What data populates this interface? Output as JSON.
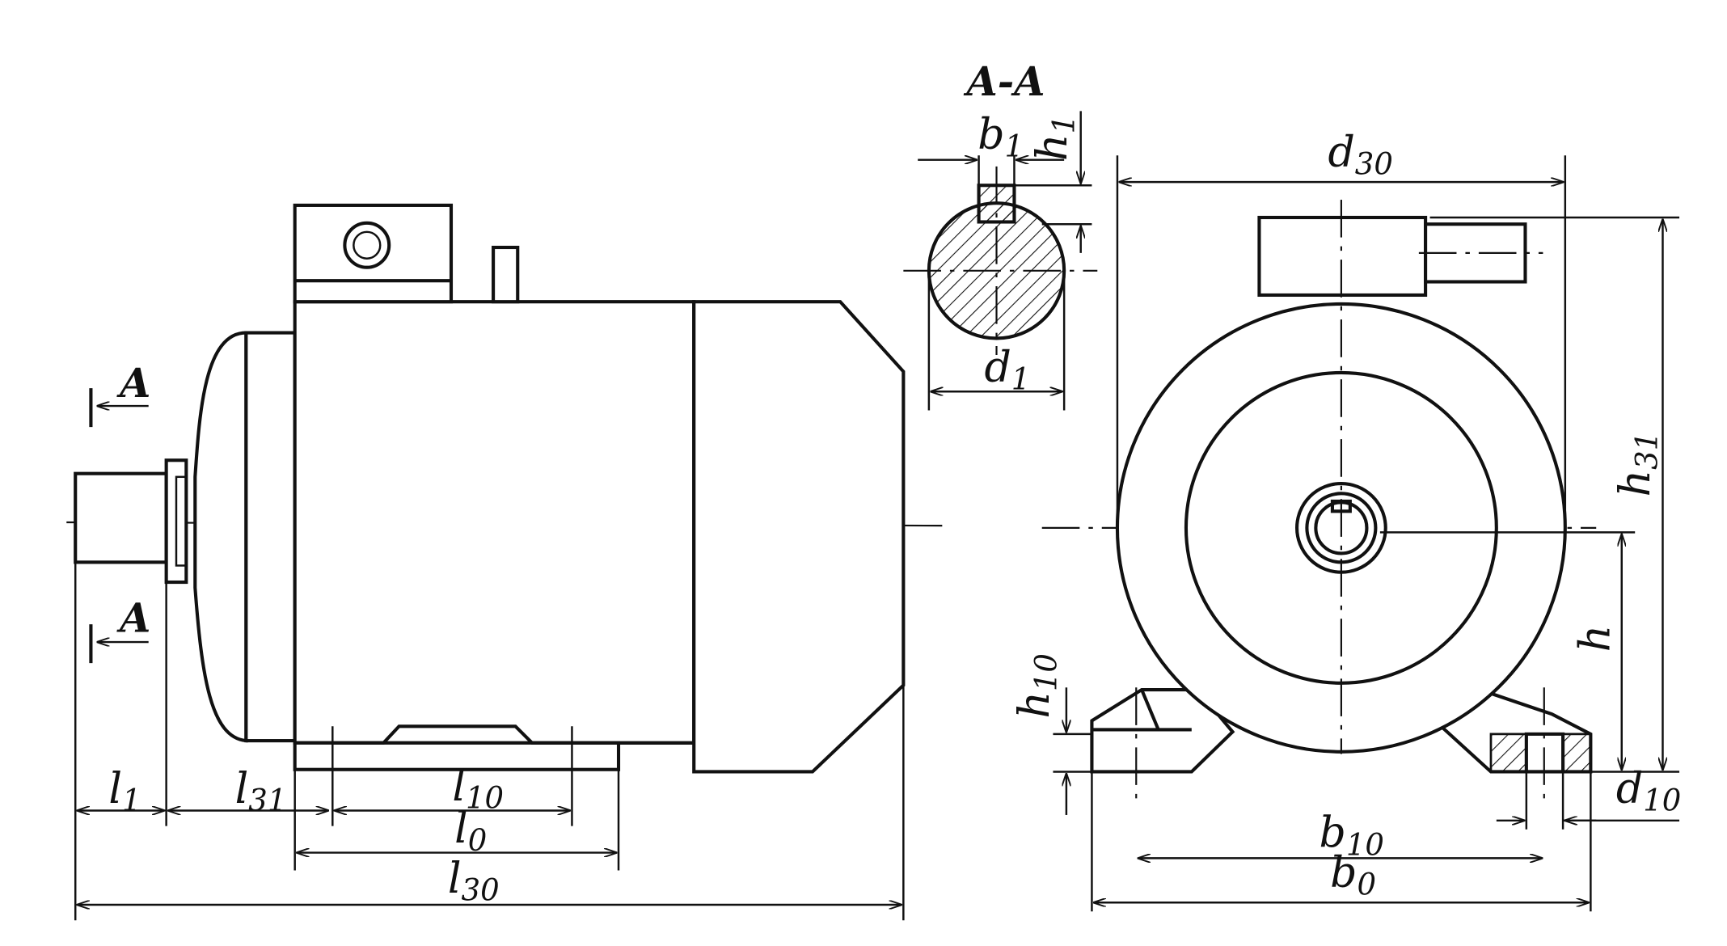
{
  "section_title": "A-A",
  "section_markers": {
    "top": "A",
    "bottom": "A"
  },
  "dimensions": {
    "l1": {
      "base": "l",
      "sub": "1"
    },
    "l31": {
      "base": "l",
      "sub": "31"
    },
    "l10": {
      "base": "l",
      "sub": "10"
    },
    "l0": {
      "base": "l",
      "sub": "0"
    },
    "l30": {
      "base": "l",
      "sub": "30"
    },
    "b1": {
      "base": "b",
      "sub": "1"
    },
    "h1": {
      "base": "h",
      "sub": "1"
    },
    "d1": {
      "base": "d",
      "sub": "1"
    },
    "d30": {
      "base": "d",
      "sub": "30"
    },
    "h31": {
      "base": "h",
      "sub": "31"
    },
    "h": {
      "base": "h",
      "sub": ""
    },
    "h10": {
      "base": "h",
      "sub": "10"
    },
    "d10": {
      "base": "d",
      "sub": "10"
    },
    "b10": {
      "base": "b",
      "sub": "10"
    },
    "b0": {
      "base": "b",
      "sub": "0"
    }
  }
}
